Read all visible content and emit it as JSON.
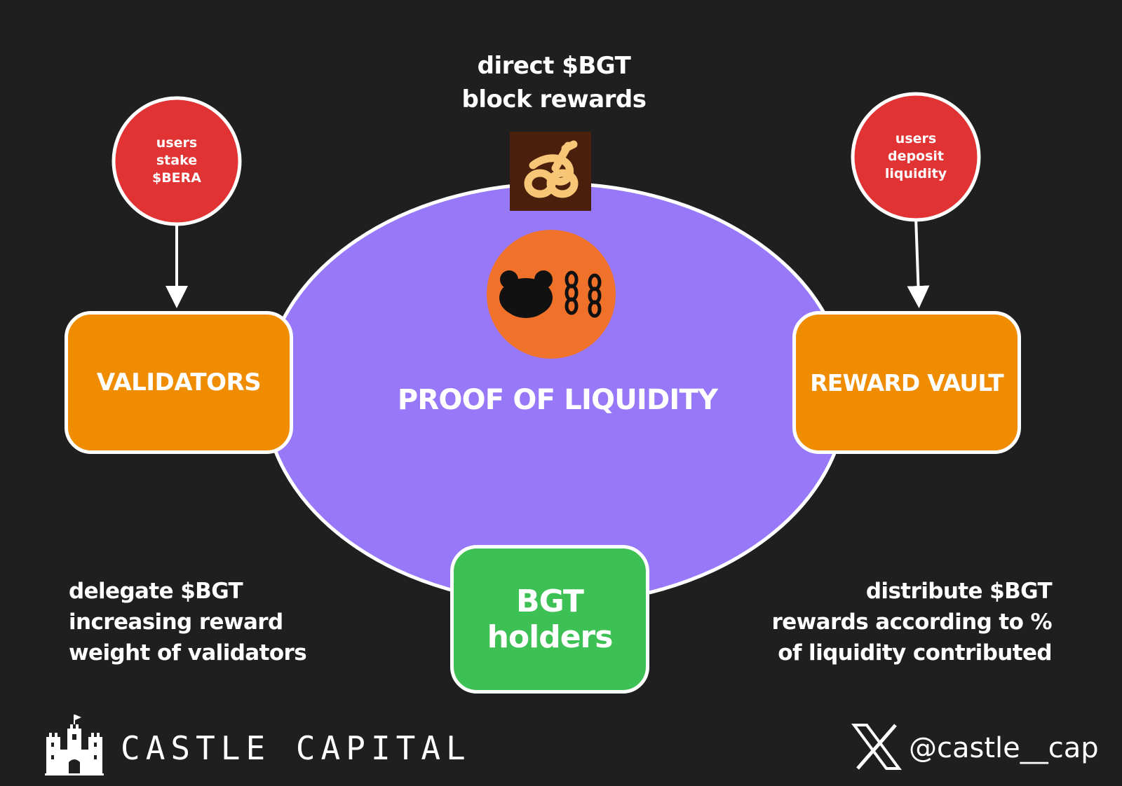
{
  "diagram": {
    "top_caption": [
      "direct $BGT",
      "block rewards"
    ],
    "center_title": "PROOF OF LIQUIDITY",
    "left_circle": [
      "users",
      "stake",
      "$BERA"
    ],
    "right_circle": [
      "users",
      "deposit",
      "liquidity"
    ],
    "validators_label": "VALIDATORS",
    "vault_label": "REWARD VAULT",
    "bgt_holders_label": "BGT holders",
    "left_caption": [
      "delegate $BGT",
      "increasing reward",
      "weight of validators"
    ],
    "right_caption": [
      "distribute $BGT",
      "rewards according to %",
      "of liquidity contributed"
    ]
  },
  "branding": {
    "name": "CASTLE CAPITAL",
    "handle": "@castle__cap",
    "logo_icon": "castle-icon",
    "social_icon": "x-icon"
  },
  "icons": {
    "reward": "pretzel-icon",
    "protocol": "bear-chain-icon"
  },
  "colors": {
    "background": "#1f1f1f",
    "ellipse": "#9778f8",
    "circle_red": "#e13333",
    "box_orange": "#ef8c00",
    "box_green": "#3ec154",
    "badge_orange": "#f0722a",
    "tile_brown": "#4a1f0c",
    "pretzel": "#f7c676"
  }
}
